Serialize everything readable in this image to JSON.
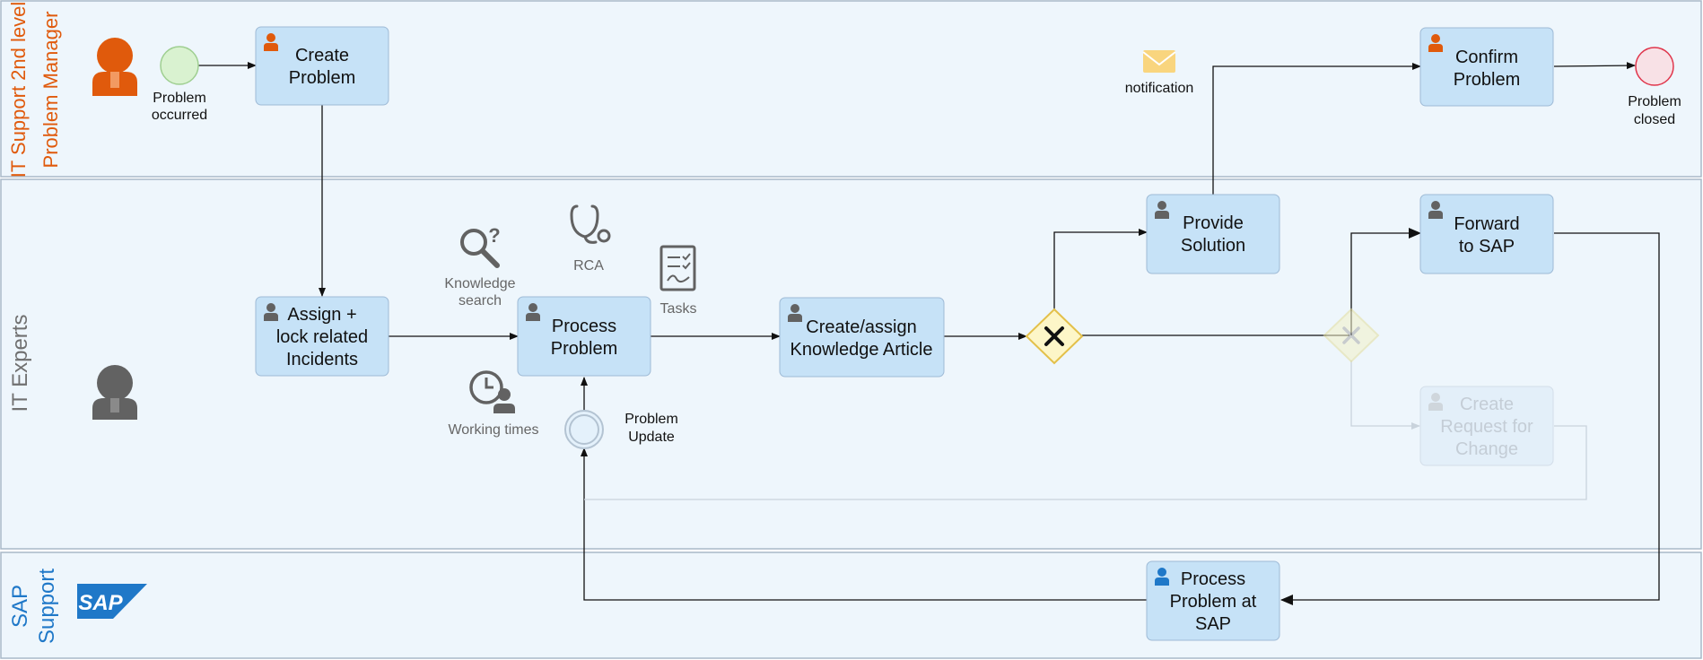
{
  "lanes": {
    "problem_manager": {
      "title_line1": "IT Support 2nd level",
      "title_line2": "Problem Manager",
      "color": "#e05a0c"
    },
    "it_experts": {
      "title": "IT Experts",
      "color": "#707070"
    },
    "sap_support": {
      "title_line1": "SAP",
      "title_line2": "Support",
      "color": "#1f78c8"
    }
  },
  "logo": {
    "text": "SAP"
  },
  "events": {
    "start": {
      "line1": "Problem",
      "line2": "occurred"
    },
    "end": {
      "line1": "Problem",
      "line2": "closed"
    },
    "intermediate": {
      "line1": "Problem",
      "line2": "Update"
    }
  },
  "tasks": {
    "create_problem": {
      "line1": "Create",
      "line2": "Problem"
    },
    "confirm_problem": {
      "line1": "Confirm",
      "line2": "Problem"
    },
    "assign_lock": {
      "line1": "Assign +",
      "line2": "lock related",
      "line3": "Incidents"
    },
    "process_problem": {
      "line1": "Process",
      "line2": "Problem"
    },
    "create_assign_ka": {
      "line1": "Create/assign",
      "line2": "Knowledge Article"
    },
    "provide_solution": {
      "line1": "Provide",
      "line2": "Solution"
    },
    "forward_sap": {
      "line1": "Forward",
      "line2": "to SAP"
    },
    "create_rfc": {
      "line1": "Create",
      "line2": "Request for",
      "line3": "Change"
    },
    "process_at_sap": {
      "line1": "Process",
      "line2": "Problem at",
      "line3": "SAP"
    }
  },
  "annotations": {
    "notification": "notification",
    "knowledge_search_line1": "Knowledge",
    "knowledge_search_line2": "search",
    "rca": "RCA",
    "tasks": "Tasks",
    "working_times": "Working times"
  },
  "colors": {
    "lane_fill": "#eef6fc",
    "lane_border": "#a9b8c8",
    "task_fill": "#c6e2f7",
    "task_border": "#9ebad6",
    "start_fill": "#d9f2d0",
    "end_fill": "#f8e1e6",
    "end_stroke": "#e0364c",
    "gateway_fill": "#fdf6c8",
    "gateway_stroke": "#e3c04a",
    "orange": "#e05a0c",
    "grey_icon": "#626262",
    "sap_blue": "#1f78c8",
    "envelope": "#f9d57e"
  }
}
